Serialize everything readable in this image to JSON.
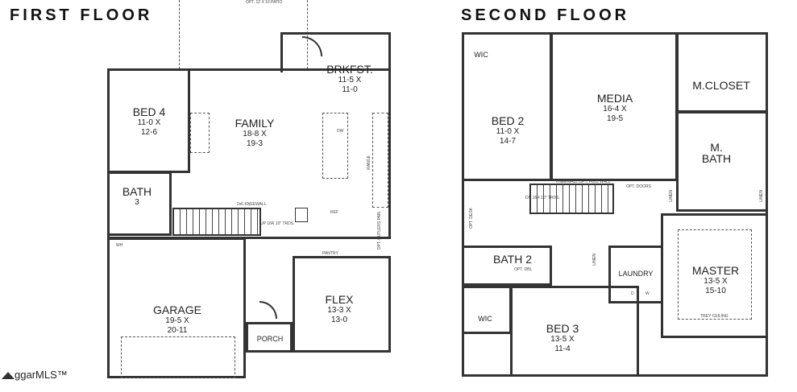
{
  "first_floor": {
    "title": "FIRST FLOOR",
    "patio": "OPT. 12 X 10 PATIO",
    "rooms": {
      "brkfst": {
        "name": "BRKFST.",
        "dims": [
          "11-5 X",
          "11-0"
        ]
      },
      "bed4": {
        "name": "BED 4",
        "dims": [
          "11-0 X",
          "12-6"
        ]
      },
      "family": {
        "name": "FAMILY",
        "dims": [
          "18-8 X",
          "19-3"
        ]
      },
      "bath3": {
        "name": "BATH",
        "num": "3"
      },
      "garage": {
        "name": "GARAGE",
        "dims": [
          "19-5 X",
          "20-11"
        ]
      },
      "flex": {
        "name": "FLEX",
        "dims": [
          "13-3 X",
          "13-0"
        ]
      },
      "porch": {
        "name": "PORCH"
      }
    },
    "notes": {
      "dw": "DW",
      "range": "RANGE",
      "ref": "REF",
      "pantry": "PANTRY",
      "kneewall": "2x6 KNEEWALL",
      "stairs": "UP 16R 10\" TRDS.",
      "butlers": "OPT. BUTLERS PAN.",
      "wh": "WH"
    }
  },
  "second_floor": {
    "title": "SECOND FLOOR",
    "rooms": {
      "wic_top": {
        "name": "WIC"
      },
      "media": {
        "name": "MEDIA",
        "dims": [
          "16-4 X",
          "19-5"
        ]
      },
      "mcloset": {
        "name": "M.CLOSET"
      },
      "bed2": {
        "name": "BED 2",
        "dims": [
          "11-0 X",
          "14-7"
        ]
      },
      "mbath": {
        "name": "M.",
        "name2": "BATH"
      },
      "bath2": {
        "name": "BATH 2"
      },
      "laundry": {
        "name": "LAUNDRY"
      },
      "master": {
        "name": "MASTER",
        "dims": [
          "13-5 X",
          "15-10"
        ]
      },
      "wic_bottom": {
        "name": "WIC"
      },
      "bed3": {
        "name": "BED 3",
        "dims": [
          "13-5 X",
          "11-4"
        ]
      }
    },
    "notes": {
      "kneewall": "KNEEWALL OPT. FULL WALL",
      "opt_doors": "OPT. DOORS",
      "stairs": "DN 16R 10\" TRDS.",
      "desk": "OPT. DESK",
      "linen": "LINEN",
      "dryer": "D",
      "washer": "W",
      "trey": "TREY CEILING",
      "opt_dbl": "OPT. DBL"
    }
  },
  "logo": {
    "text": "ggarMLS™"
  }
}
